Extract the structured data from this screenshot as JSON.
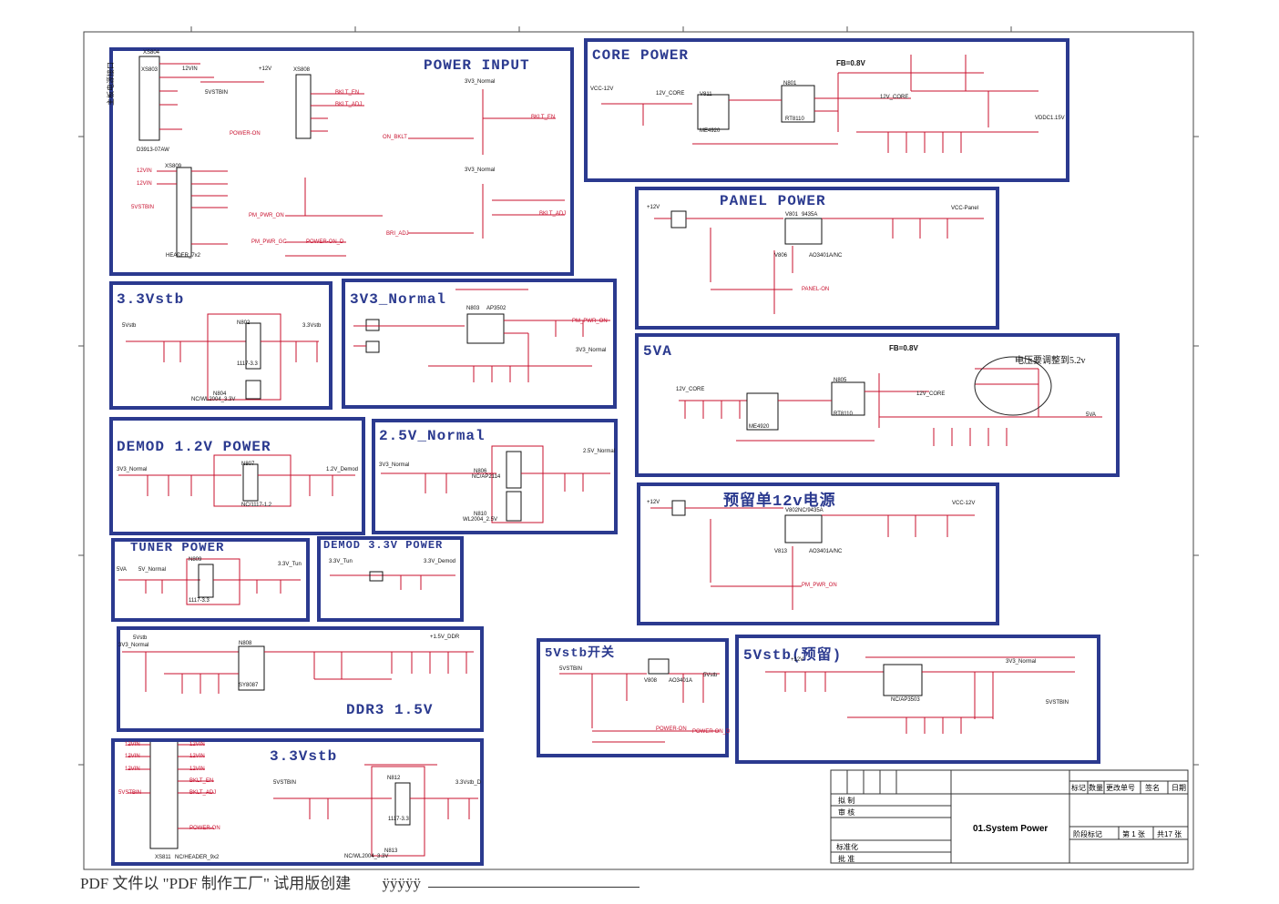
{
  "blocks": {
    "power_input": "POWER INPUT",
    "core_power": "CORE POWER",
    "panel_power": "PANEL POWER",
    "v33stb_a": "3.3Vstb",
    "v3v3_normal": "3V3_Normal",
    "v5va": "5VA",
    "demod12": "DEMOD 1.2V POWER",
    "v25normal": "2.5V_Normal",
    "reserve12": "预留单12v电源",
    "tuner": "TUNER POWER",
    "demod33": "DEMOD 3.3V POWER",
    "ddr3": "DDR3 1.5V",
    "sw5vstb": "5Vstb开关",
    "res5vstb": "5Vstb(预留)",
    "v33stb_b": "3.3Vstb"
  },
  "notes": {
    "fb_core": "FB=0.8V",
    "fb_5va": "FB=0.8V",
    "adjust_note": "电压要调整到5.2v",
    "vertical_cn": "主板电源接口"
  },
  "parts": {
    "xs804": "XS804",
    "xs803": "XS803",
    "d3913": "D3913-07AW",
    "xs808": "XS808",
    "xs809": "XS809",
    "header7x2": "HEADER_7x2",
    "xs811": "XS811",
    "header9x2": "NC/HEADER_9x2",
    "n801": "N801",
    "rt8110a": "RT8110",
    "me4920a": "ME4920",
    "v811": "V811",
    "n804": "N804",
    "n802": "N802",
    "nc_wl2004": "NC/WL2004_3.3V",
    "n803": "N803",
    "ap3502": "AP3502",
    "n805": "N805",
    "rt8110b": "RT8110",
    "me4920b": "ME4920",
    "n807": "N807",
    "nc1117": "NC/1117-1.2",
    "n806": "N806",
    "nc_ap2114": "NC/AP2114",
    "n810": "N810",
    "wl2004_25": "WL2004_2.5V",
    "n809": "N809",
    "u1117": "1117-3.3",
    "n808": "N808",
    "sy8087": "SY8087",
    "n812": "N812",
    "n813": "N813",
    "nc_wl2004b": "NC/WL2004_3.3V",
    "v801": "V801",
    "v9435": "9435A",
    "v806": "V806",
    "ao3401": "AO3401A/NC",
    "v802": "V802",
    "nc9435": "NC/9435A",
    "v813": "V813",
    "ao3401b": "AO3401A/NC",
    "v808": "V808",
    "ao3401c": "AO3401A",
    "nc_ap3503": "NC/AP3503"
  },
  "nets": {
    "vin12": "12VIN",
    "plus12v": "+12V",
    "v5vstbin": "5VSTBIN",
    "power_on": "POWER-ON",
    "bklt_en": "BKLT_EN",
    "bklt_adj": "BKLT_ADJ",
    "on_bklt": "ON_BKLT",
    "pm_pwr_on": "PM_PWR_ON",
    "v3v3_normal": "3V3_Normal",
    "vcc12v": "VCC-12V",
    "v12_core": "12V_CORE",
    "vddc": "VDDC1.15V",
    "vcc_panel": "VCC-Panel",
    "panel_on": "PANEL-ON",
    "v5vstb": "5Vstb",
    "v33vstb": "3.3Vstb",
    "v5va": "5VA",
    "v12_demod": "1.2V_Demod",
    "v25_normal": "2.5V_Normal",
    "v33_tun": "3.3V_Tun",
    "v33_demod": "3.3V_Demod",
    "v15_ddr": "+1.5V_DDR",
    "v5_normal": "5V_Normal",
    "v33stb_d": "3.3Vstb_D",
    "vcc12v_b": "VCC-12V",
    "bri_adj": "BRI_ADJ",
    "power_on_d": "POWER-ON_D",
    "pm_pwr_gc": "PM_PWR_GC"
  },
  "title_block": {
    "header_cells": [
      "标记",
      "数量",
      "更改单号",
      "签名",
      "日期"
    ],
    "drawn": "拟 制",
    "review": "审 核",
    "standard": "标准化",
    "approve": "批 准",
    "title": "01.System Power",
    "stage": "阶段标记",
    "sheet_no": "第 1 张",
    "sheet_total": "共17 张"
  },
  "footer": {
    "watermark": "PDF 文件以 \"PDF 制作工厂\" 试用版创建",
    "tail": "ÿÿÿÿÿ"
  },
  "colors": {
    "frame": "#2b3a8f",
    "wire": "#c8102e",
    "component": "#1a1a1a"
  }
}
